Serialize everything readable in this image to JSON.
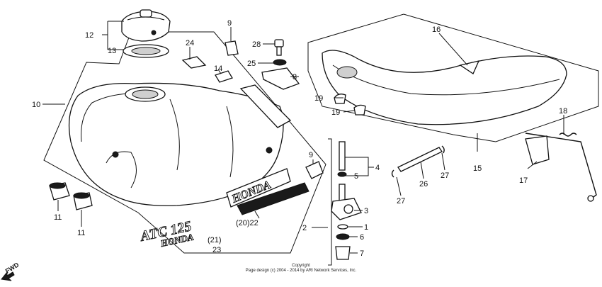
{
  "callouts": [
    {
      "id": "c1",
      "text": "12"
    },
    {
      "id": "c2",
      "text": "13"
    },
    {
      "id": "c3",
      "text": "9"
    },
    {
      "id": "c4",
      "text": "28"
    },
    {
      "id": "c5",
      "text": "25"
    },
    {
      "id": "c6",
      "text": "8"
    },
    {
      "id": "c7",
      "text": "24"
    },
    {
      "id": "c8",
      "text": "14"
    },
    {
      "id": "c9",
      "text": "10"
    },
    {
      "id": "c10",
      "text": "16"
    },
    {
      "id": "c11",
      "text": "19"
    },
    {
      "id": "c12",
      "text": "19"
    },
    {
      "id": "c13",
      "text": "18"
    },
    {
      "id": "c14",
      "text": "15"
    },
    {
      "id": "c15",
      "text": "17"
    },
    {
      "id": "c16",
      "text": "9"
    },
    {
      "id": "c17",
      "text": "4"
    },
    {
      "id": "c18",
      "text": "5"
    },
    {
      "id": "c19",
      "text": "3"
    },
    {
      "id": "c20",
      "text": "27"
    },
    {
      "id": "c21",
      "text": "26"
    },
    {
      "id": "c22",
      "text": "27"
    },
    {
      "id": "c23",
      "text": "2"
    },
    {
      "id": "c24",
      "text": "1"
    },
    {
      "id": "c25",
      "text": "6"
    },
    {
      "id": "c26",
      "text": "7"
    },
    {
      "id": "c27",
      "text": "11"
    },
    {
      "id": "c28",
      "text": "11"
    },
    {
      "id": "c29",
      "text": "(20)22"
    },
    {
      "id": "c30",
      "text": "(21)"
    },
    {
      "id": "c31",
      "text": "23"
    }
  ],
  "decals": {
    "honda_tank": "HONDA",
    "atc_model": "ATC 125",
    "honda_small": "HONDA"
  },
  "fwd_label": "FWD",
  "copyright": {
    "line1": "Copyright",
    "line2": "Page design (c) 2004 - 2014 by ARI Network Services, Inc."
  }
}
